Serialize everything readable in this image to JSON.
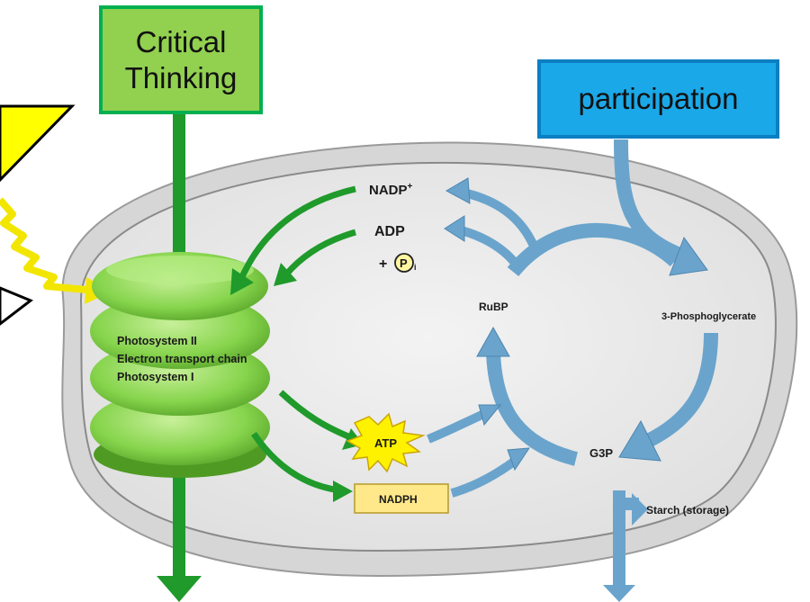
{
  "callouts": {
    "critical_thinking": "Critical\nThinking",
    "participation": "participation"
  },
  "labels": {
    "nadp_plus": "NADP",
    "nadp_plus_sup": "+",
    "adp": "ADP",
    "plus": "+",
    "phosphate": "P",
    "phosphate_sub": "i",
    "rubp": "RuBP",
    "phosphoglycerate": "3-Phosphoglycerate",
    "photosystem_2": "Photosystem II",
    "electron_transport_chain": "Electron transport chain",
    "photosystem_1": "Photosystem I",
    "atp": "ATP",
    "nadph": "NADPH",
    "g3p": "G3P",
    "starch": "Starch (storage)"
  },
  "colors": {
    "callout_yellow": "#ffff00",
    "critical_fill": "#92d050",
    "critical_border": "#00b050",
    "participation_fill": "#1ba8e8",
    "participation_border": "#0a7fc2",
    "green_arrow": "#1f9a2b",
    "blue_arrow": "#6aa4cc",
    "chloroplast": "#e8e8e8",
    "thylakoid": "#86d44c",
    "atp_star": "#fff200",
    "nadph_box": "#ffe88a"
  }
}
